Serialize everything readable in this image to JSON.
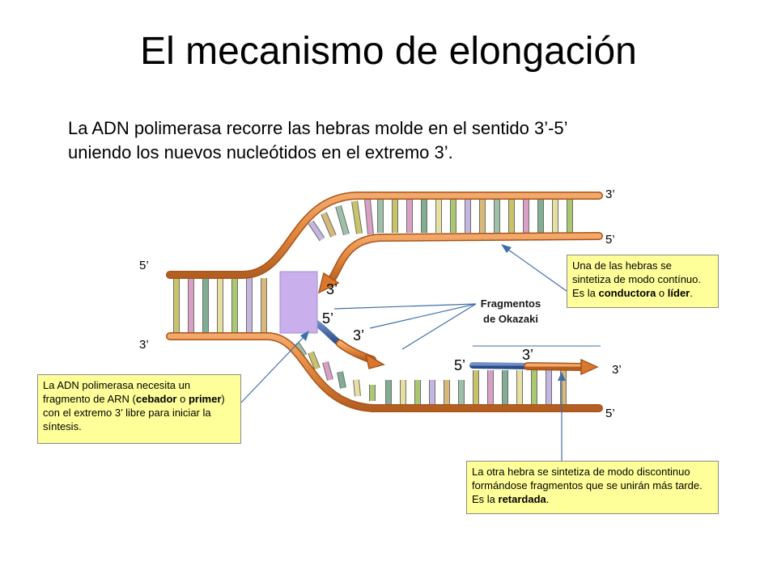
{
  "title": "El mecanismo de elongación",
  "intro": {
    "line1": "La ADN polimerasa recorre las hebras molde en el sentido 3’-5’",
    "line2": "uniendo los nuevos nucleótidos en el extremo 3’."
  },
  "labels": {
    "top_right_3": "3’",
    "top_right_5": "5’",
    "left_5": "5’",
    "left_3": "3’",
    "fork_3": "3’",
    "fork_5": "5’",
    "leading_3": "3’",
    "lagging_5": "5’",
    "lagging_3": "3’",
    "bottom_right_3": "3’",
    "bottom_right_5": "5’"
  },
  "okazaki": {
    "line1": "Fragmentos",
    "line2": "de Okazaki"
  },
  "notes": {
    "leading": {
      "p1": "Una de las hebras se sintetiza de modo contínuo. Es la ",
      "b1": "conductora",
      "p2": " o ",
      "b2": "líder",
      "p3": "."
    },
    "primer": {
      "p1": "La ADN polimerasa necesita un fragmento de ARN (",
      "b1": "cebador",
      "p2": " o ",
      "b2": "primer",
      "p3": ") con el extremo 3’ libre para iniciar la síntesis."
    },
    "lagging": {
      "p1": "La otra hebra se sintetiza de modo discontinuo formándose fragmentos que se unirán más tarde. Es la ",
      "b1": "retardada",
      "p2": "."
    }
  },
  "colors": {
    "strand": "#e0843a",
    "strand_edge": "#a8531a",
    "primer": "#3b5e9e",
    "polymerase": "#c9b0ec",
    "note_bg": "#ffff99",
    "pointer": "#3f6fa8"
  }
}
